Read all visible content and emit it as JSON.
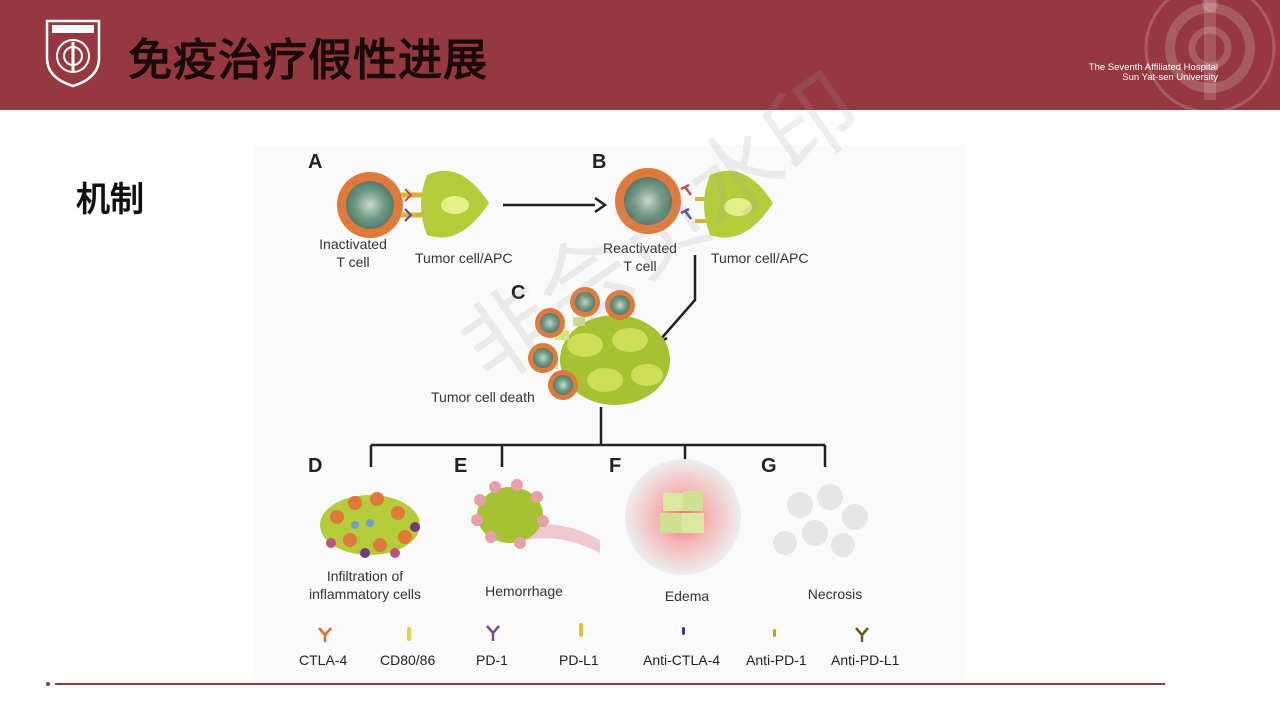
{
  "header": {
    "title": "免疫治疗假性进展",
    "hospital_line1": "The Seventh Affiliated Hospital",
    "hospital_line2": "Sun Yat-sen University"
  },
  "subtitle": "机制",
  "figure": {
    "panels": {
      "a": "A",
      "b": "B",
      "c": "C",
      "d": "D",
      "e": "E",
      "f": "F",
      "g": "G"
    },
    "labels": {
      "inactivated": "Inactivated",
      "t_cell_a": "T cell",
      "tumor_apc_a": "Tumor cell/APC",
      "reactivated": "Reactivated",
      "t_cell_b": "T cell",
      "tumor_apc_b": "Tumor cell/APC",
      "tumor_death": "Tumor cell death",
      "infiltration1": "Infiltration of",
      "infiltration2": "inflammatory cells",
      "hemorrhage": "Hemorrhage",
      "edema": "Edema",
      "necrosis": "Necrosis"
    },
    "legend": [
      "CTLA-4",
      "CD80/86",
      "PD-1",
      "PD-L1",
      "Anti-CTLA-4",
      "Anti-PD-1",
      "Anti-PD-L1"
    ],
    "watermark": "非会员水印"
  },
  "colors": {
    "brand": "#963840",
    "tcell": "#e07a3a",
    "tumor": "#b5cc3a",
    "hemorrhage": "#e8a0a8"
  }
}
